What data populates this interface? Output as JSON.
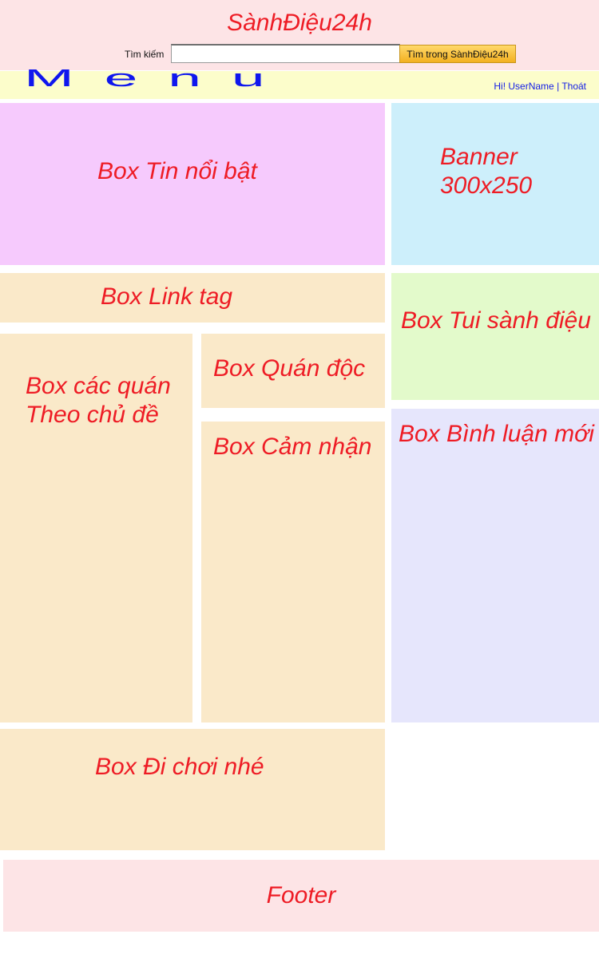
{
  "header": {
    "site_title": "SànhĐiệu24h",
    "search_label": "Tìm kiếm",
    "search_value": "",
    "search_button": "Tìm trong SànhĐiệu24h"
  },
  "menu": {
    "label": "Menu",
    "greeting": "Hi! UserName",
    "separator": "|",
    "logout": "Thoát"
  },
  "boxes": {
    "tin_noi_bat": "Box Tin nổi bật",
    "banner_line1": "Banner",
    "banner_line2": "300x250",
    "link_tag": "Box Link tag",
    "tui_sanh_dieu": "Box Tui sành điệu",
    "cac_quan_line1": "Box các quán",
    "cac_quan_line2": "Theo chủ đề",
    "quan_doc": "Box Quán độc",
    "cam_nhan": "Box Cảm nhận",
    "binh_luan_moi": "Box Bình luận mới",
    "di_choi_nhe": "Box Đi chơi nhé"
  },
  "footer": {
    "label": "Footer"
  },
  "colors": {
    "title_red": "#ee1c25",
    "menu_blue": "#0f17ee",
    "header_pink": "#fde4e6",
    "menu_yellow": "#fcfdcb",
    "box_peach": "#fae9c9",
    "box_violet": "#f6cafd",
    "box_sky": "#cdeffb",
    "box_green": "#e3facb",
    "box_lavender": "#e6e6fc"
  }
}
